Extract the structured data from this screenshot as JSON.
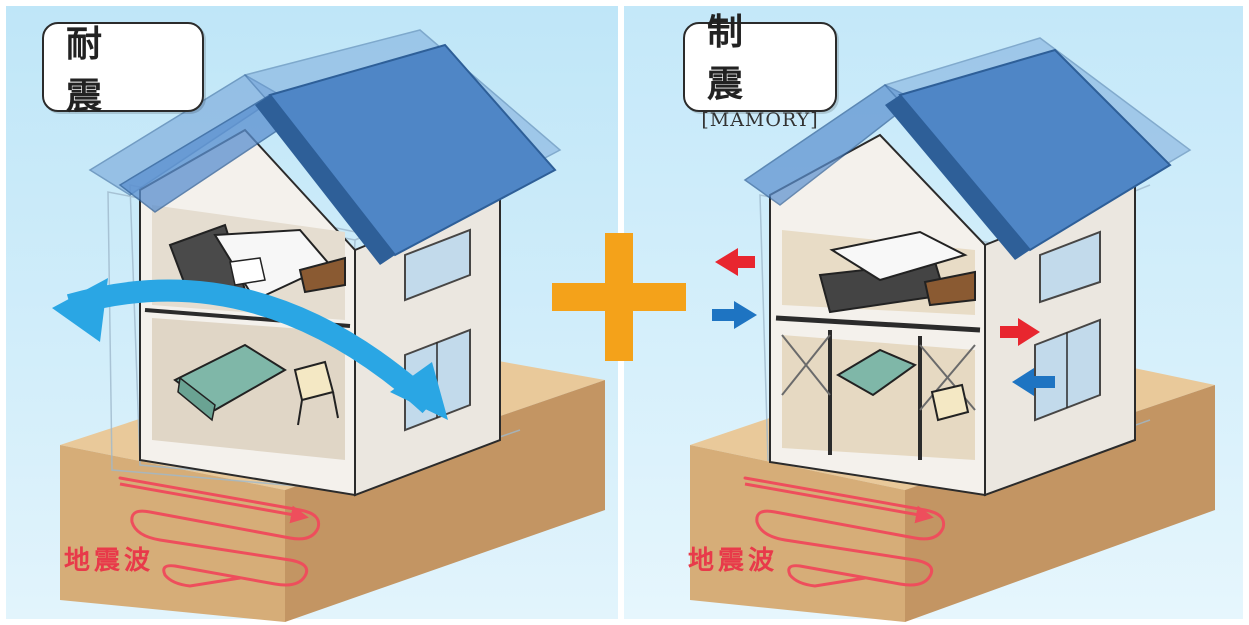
{
  "left_panel": {
    "title": "耐 震",
    "wave_label": "地震波"
  },
  "right_panel": {
    "title": "制 震",
    "subtitle": "[MAMORY]",
    "wave_label": "地震波"
  },
  "colors": {
    "sky": "#cdebf9",
    "soil_top": "#e9c99a",
    "soil_front": "#d6ad78",
    "soil_side": "#c39563",
    "wall": "#f4f1ec",
    "roof": "#4f86c6",
    "roof_dark": "#2e5f98",
    "sway_arrow": "#2aa6e4",
    "plus": "#f4a21a",
    "arrow_red": "#e8262f",
    "arrow_blue": "#1e74c2",
    "wave": "#ee4e5c"
  }
}
